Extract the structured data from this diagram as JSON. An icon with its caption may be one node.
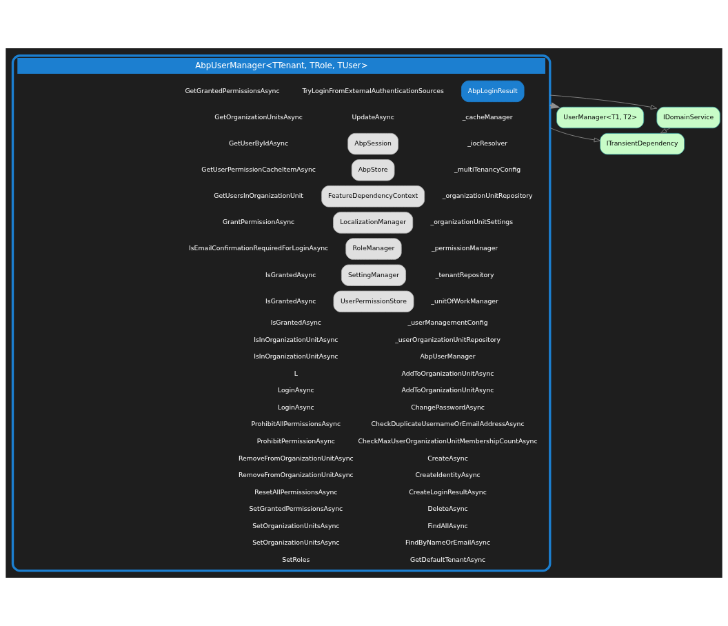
{
  "diagram": {
    "nodes": [
      {
        "text": [
          "ITransientDependency"
        ]
      },
      {
        "text": [
          "UserManager<T1, T2>"
        ]
      },
      {
        "text": [
          "IDomainService"
        ]
      },
      {
        "text": [
          "AbpUserManager<TTenant, TRole, TUser>"
        ]
      },
      {
        "text": [
          "AbpLoginResult"
        ],
        "in": 3
      },
      {
        "text": [
          "AbpSession"
        ],
        "in": 3
      },
      {
        "text": [
          "AbpStore"
        ],
        "in": 3
      },
      {
        "text": [
          "FeatureDependencyContext"
        ],
        "in": 3
      },
      {
        "text": [
          "LocalizationManager"
        ],
        "in": 3
      },
      {
        "text": [
          "RoleManager"
        ],
        "in": 3
      },
      {
        "text": [
          "SettingManager"
        ],
        "in": 3
      },
      {
        "text": [
          "UserPermissionStore"
        ],
        "in": 3
      }
    ],
    "edges": [
      {
        "from": 3,
        "to": 1,
        "arrow": "to",
        "style": "thick"
      },
      {
        "from": 3,
        "to": 0,
        "arrow": "to"
      },
      {
        "from": 2,
        "to": 0,
        "arrow": "to"
      },
      {
        "from": 3,
        "to": 2,
        "arrow": "to"
      }
    ],
    "labels": [
      "_cacheManager",
      "_iocResolver",
      "_multiTenancyConfig",
      "_organizationUnitRepository",
      "_organizationUnitSettings",
      "_permissionManager",
      "_tenantRepository",
      "_unitOfWorkManager",
      "_userManagementConfig",
      "_userOrganizationUnitRepository",
      "AbpUserManager",
      "AddToOrganizationUnitAsync",
      "AddToOrganizationUnitAsync",
      "ChangePasswordAsync",
      "CheckDuplicateUsernameOrEmailAddressAsync",
      "CheckMaxUserOrganizationUnitMembershipCountAsync",
      "CreateAsync",
      "CreateIdentityAsync",
      "CreateLoginResultAsync",
      "DeleteAsync",
      "FindAllAsync",
      "FindByNameOrEmailAsync",
      "GetDefaultTenantAsync",
      "GetGrantedPermissionsAsync",
      "GetOrganizationUnitsAsync",
      "GetUserByIdAsync",
      "GetUserPermissionCacheItemAsync",
      "GetUsersInOrganizationUnit",
      "GrantPermissionAsync",
      "IsEmailConfirmationRequiredForLoginAsync",
      "IsGrantedAsync",
      "IsGrantedAsync",
      "IsGrantedAsync",
      "IsInOrganizationUnitAsync",
      "IsInOrganizationUnitAsync",
      "L",
      "LoginAsync",
      "LoginAsync",
      "ProhibitAllPermissionsAsync",
      "ProhibitPermissionAsync",
      "RemoveFromOrganizationUnitAsync",
      "RemoveFromOrganizationUnitAsync",
      "ResetAllPermissionsAsync",
      "SetGrantedPermissionsAsync",
      "SetOrganizationUnitsAsync",
      "SetOrganizationUnitsAsync",
      "SetRoles",
      "TryLoginFromExternalAuthenticationSources",
      "UpdateAsync"
    ]
  }
}
